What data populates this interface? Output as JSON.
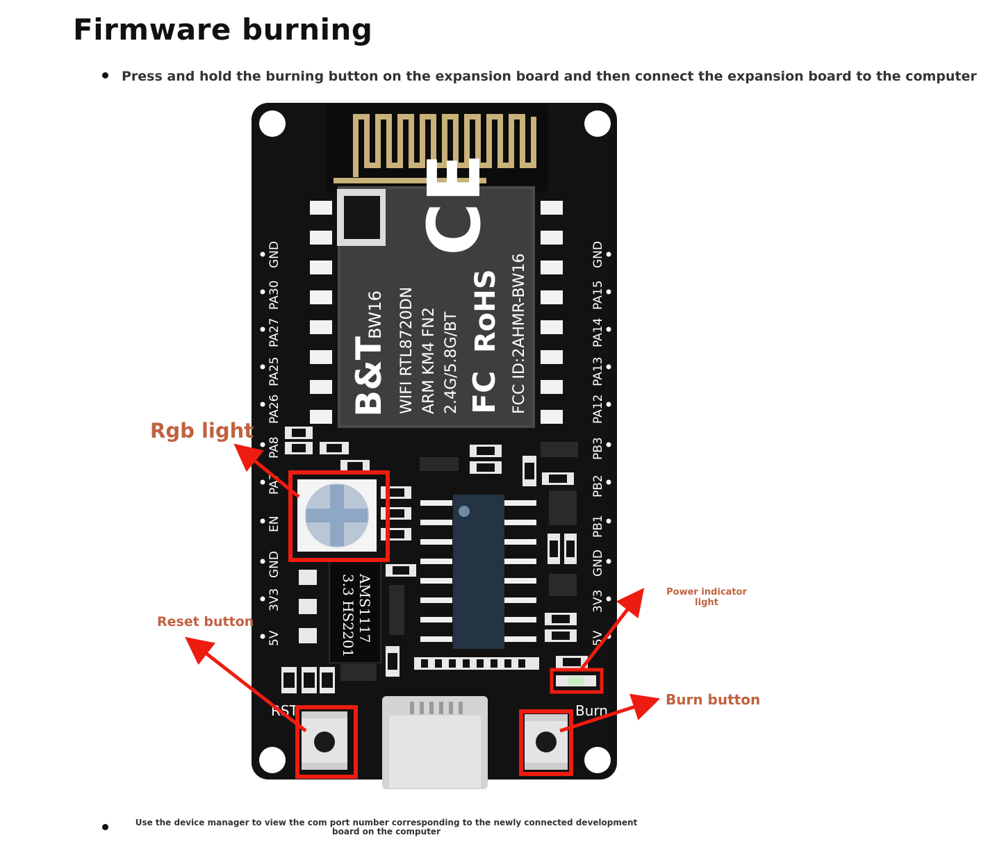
{
  "heading": "Firmware burning",
  "steps": [
    "Press and hold the burning button on the expansion board and then connect the expansion board to the computer",
    "Use the device manager to view the com port number corresponding to the newly connected development board on the computer"
  ],
  "board": {
    "module_brand": "B&T",
    "module_model": "BW16",
    "module_lines": [
      "WIFI RTL8720DN",
      "ARM KM4 FN2",
      "2.4G/5.8G/BT"
    ],
    "fcc_mark": "FC",
    "rohs": "RoHS",
    "fcc_id": "FCC ID:2AHMR-BW16",
    "ce_mark": "CE",
    "regulator_lines": [
      "AMS1117",
      "3.3 HS2201"
    ],
    "left_pins": [
      "GND",
      "PA30",
      "PA27",
      "PA25",
      "PA26",
      "PA8",
      "PA7",
      "EN",
      "GND",
      "3V3",
      "5V"
    ],
    "right_pins": [
      "GND",
      "PA15",
      "PA14",
      "PA13",
      "PA12",
      "PB3",
      "PB2",
      "PB1",
      "GND",
      "3V3",
      "5V"
    ],
    "rst_label": "RST",
    "burn_label": "Burn"
  },
  "callouts": {
    "rgb": "Rgb light",
    "reset": "Reset button",
    "power": "Power indicator light",
    "burn": "Burn button"
  },
  "colors": {
    "callout_text": "#c0623f",
    "callout_red": "#ee1c10",
    "pcb": "#121212",
    "gold": "#c9b27a"
  }
}
